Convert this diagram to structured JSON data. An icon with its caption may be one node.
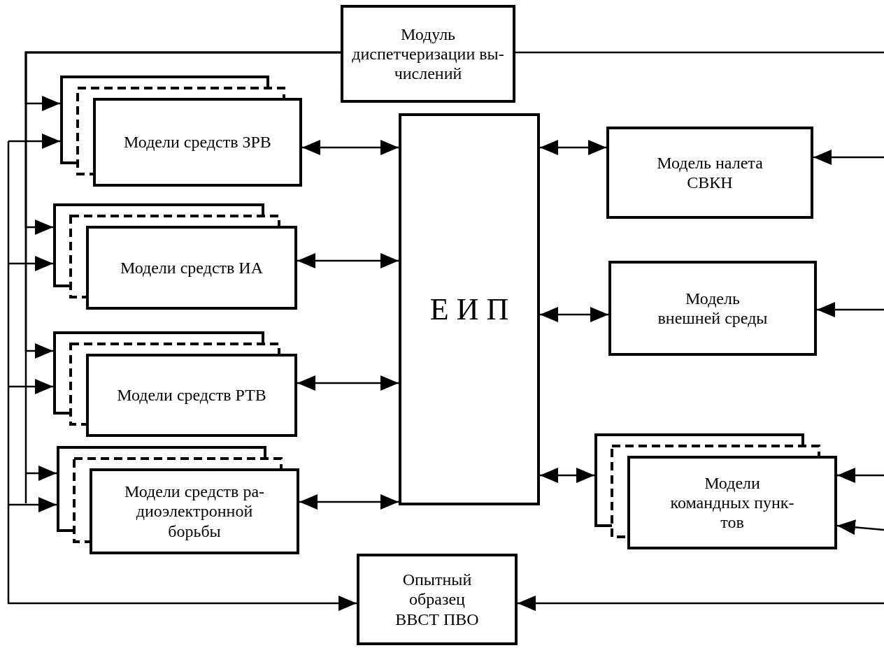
{
  "diagram": {
    "nodes": [
      {
        "text": [
          "Модуль диспетчеризации вы- числений"
        ]
      },
      {
        "text": [
          "Модели средств ЗРВ"
        ]
      },
      {
        "text": [
          "Е И П"
        ]
      },
      {
        "text": [
          "Модель налета СВКН"
        ]
      },
      {
        "text": [
          "Модели средств ИА"
        ]
      },
      {
        "text": [
          "Модель внешней среды"
        ]
      },
      {
        "text": [
          "Модели средств РТВ"
        ]
      },
      {
        "text": [
          "Модели средств ра- диоэлектронной борьбы"
        ]
      },
      {
        "text": [
          "Модели командных пунк- тов"
        ]
      },
      {
        "text": [
          "Опытный образец ВВСТ ПВО"
        ]
      }
    ],
    "edges": [
      {
        "from": 1,
        "to": 2,
        "arrow": "both"
      },
      {
        "from": 2,
        "to": 3,
        "arrow": "both"
      },
      {
        "from": 4,
        "to": 2,
        "arrow": "both"
      },
      {
        "from": 2,
        "to": 5,
        "arrow": "both"
      },
      {
        "from": 6,
        "to": 2,
        "arrow": "both"
      },
      {
        "from": 7,
        "to": 2,
        "arrow": "both"
      },
      {
        "from": 2,
        "to": 8,
        "arrow": "both"
      },
      {
        "from": 0,
        "to": 1,
        "arrow": "to"
      },
      {
        "from": 0,
        "to": 4,
        "arrow": "to"
      },
      {
        "from": 0,
        "to": 6,
        "arrow": "to"
      },
      {
        "from": 0,
        "to": 7,
        "arrow": "to"
      },
      {
        "from": null,
        "to": 1,
        "arrow": "to"
      },
      {
        "from": null,
        "to": 4,
        "arrow": "to"
      },
      {
        "from": null,
        "to": 6,
        "arrow": "to"
      },
      {
        "from": null,
        "to": 7,
        "arrow": "to"
      },
      {
        "from": null,
        "to": 9,
        "arrow": "to"
      },
      {
        "from": 0,
        "to": null,
        "arrow": "none"
      },
      {
        "from": null,
        "to": 3,
        "arrow": "to"
      },
      {
        "from": null,
        "to": 5,
        "arrow": "to"
      },
      {
        "from": null,
        "to": 8,
        "arrow": "to"
      },
      {
        "from": null,
        "to": 8,
        "arrow": "to"
      },
      {
        "from": null,
        "to": 9,
        "arrow": "to"
      }
    ]
  }
}
